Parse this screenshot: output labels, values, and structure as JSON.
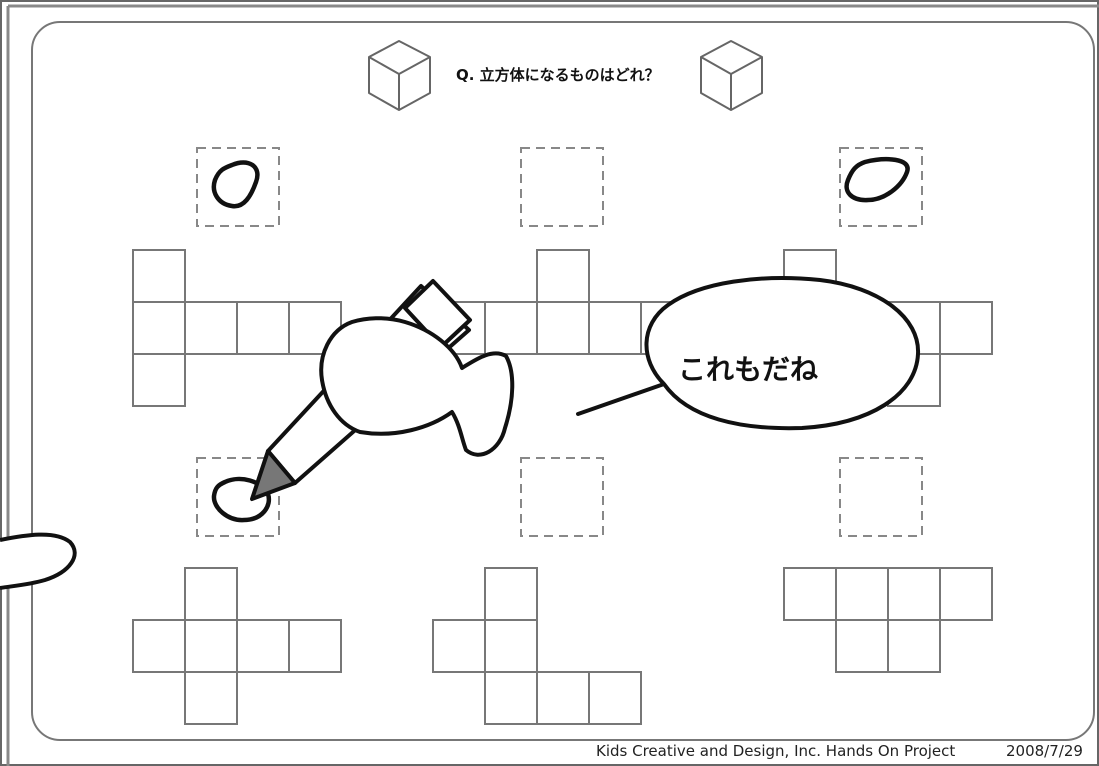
{
  "question": "Q. 立方体になるものはどれ？",
  "speech_bubble": "これもだね",
  "footer": {
    "credit": "Kids Creative and Design, Inc. Hands On Project",
    "date": "2008/7/29"
  },
  "colors": {
    "net_stroke": "#777777",
    "frame_stroke": "#888888",
    "marker_tip": "#777777",
    "ink": "#111111"
  },
  "icons": [
    "cube-icon",
    "marker-pen-icon",
    "hand-icon",
    "speech-bubble-icon"
  ],
  "answer_slots": [
    {
      "id": 1,
      "marked": true
    },
    {
      "id": 2,
      "marked": false
    },
    {
      "id": 3,
      "marked": true
    },
    {
      "id": 4,
      "marked": true
    },
    {
      "id": 5,
      "marked": false
    },
    {
      "id": 6,
      "marked": false
    }
  ]
}
